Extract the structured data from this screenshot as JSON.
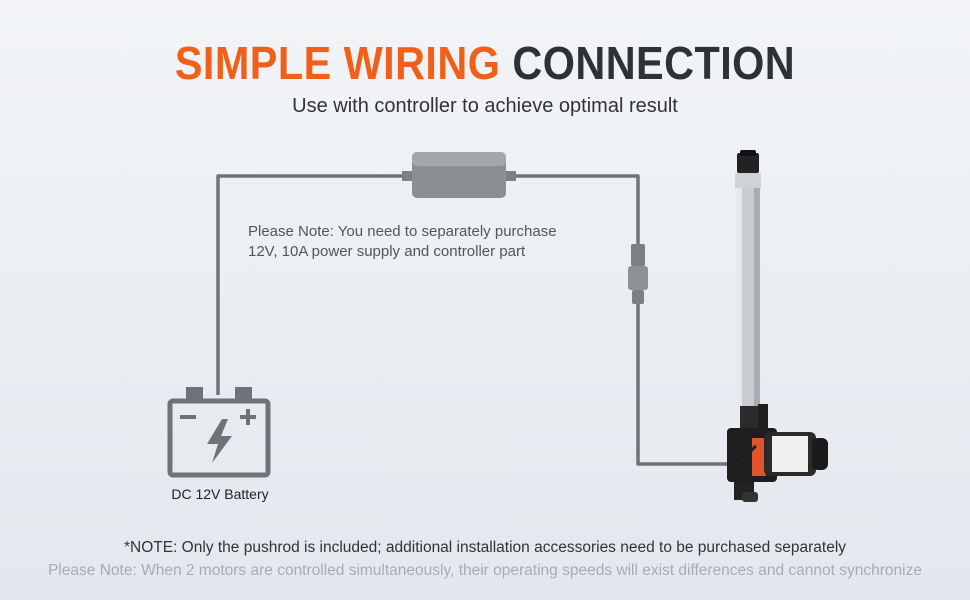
{
  "header": {
    "title_accent": "SIMPLE WIRING",
    "title_main": "CONNECTION",
    "subtitle": "Use with controller to achieve optimal result"
  },
  "purchase_note": {
    "line1": "Please Note: You need to separately purchase",
    "line2": "12V, 10A power supply and controller part"
  },
  "battery": {
    "label": "DC 12V Battery"
  },
  "footer": {
    "note": "*NOTE: Only the pushrod is included; additional installation accessories need to be purchased separately",
    "warning": "Please Note: When 2 motors are controlled simultaneously, their operating speeds will exist differences and cannot synchronize"
  },
  "colors": {
    "accent": "#f0601a",
    "title_dark": "#2e3136",
    "wire": "#6f7378",
    "motor_label": "#e2542a"
  }
}
